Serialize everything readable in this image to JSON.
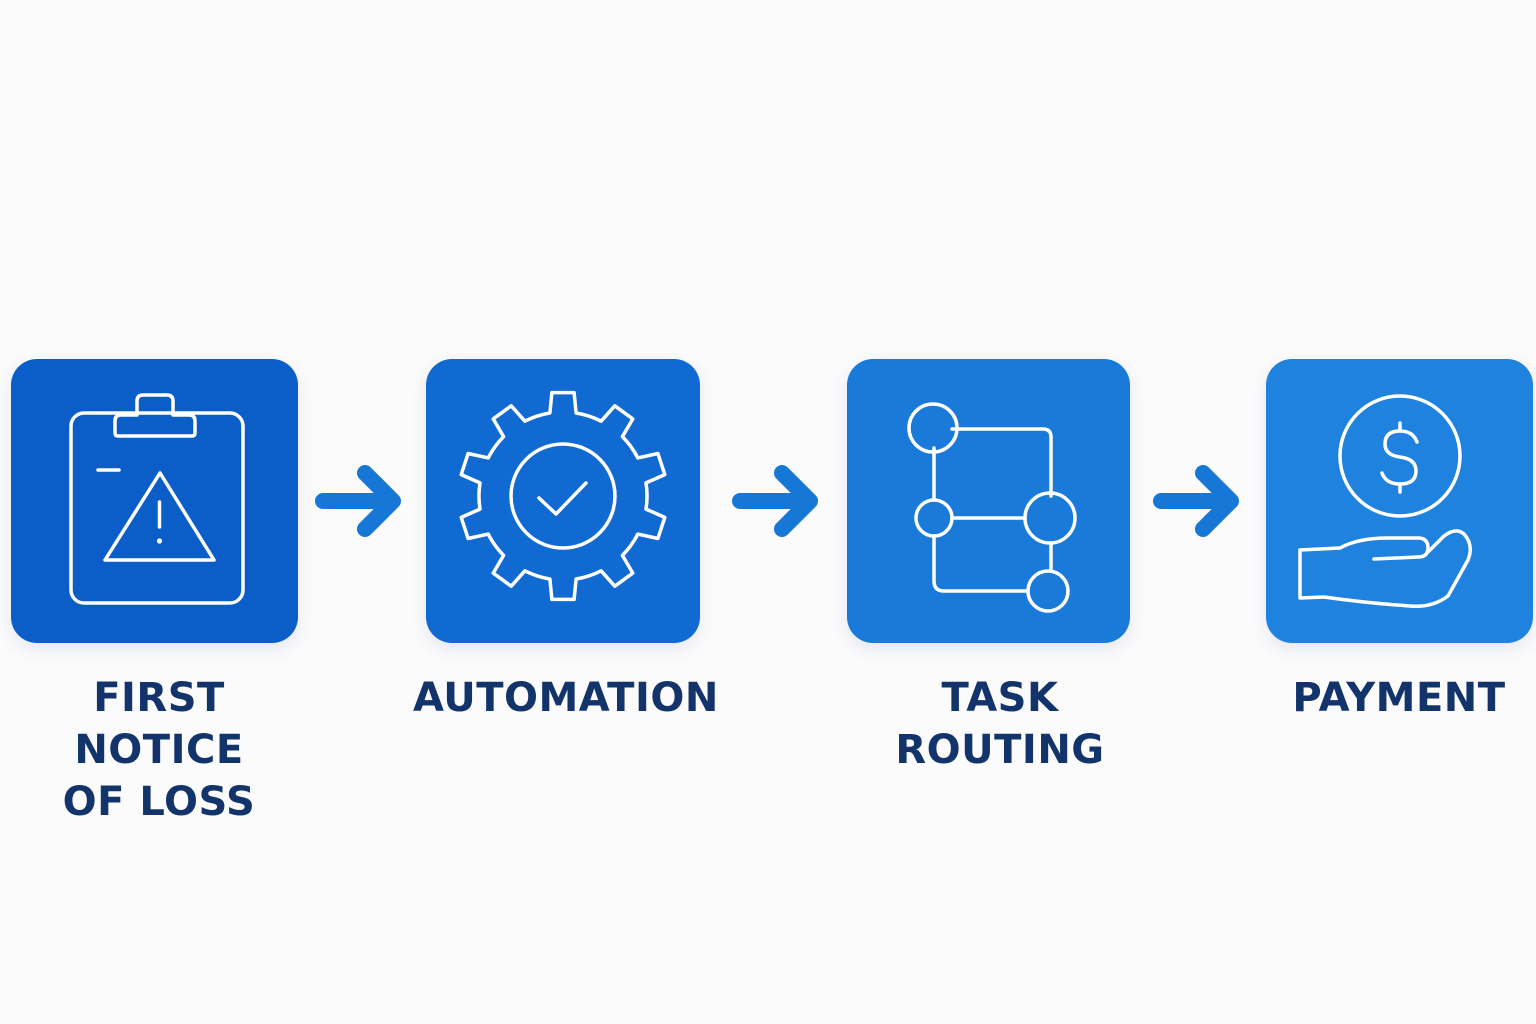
{
  "colors": {
    "background": "#fbfbfc",
    "label_text": "#12346b",
    "arrow": "#1677d6",
    "icon_stroke": "#ffffff",
    "tiles": [
      "#0b5ec8",
      "#106ad1",
      "#1a7ada",
      "#1f82de"
    ]
  },
  "steps": [
    {
      "label": "FIRST NOTICE\nOF LOSS",
      "icon": "clipboard-warning-icon"
    },
    {
      "label": "AUTOMATION",
      "icon": "gear-check-icon"
    },
    {
      "label": "TASK ROUTING",
      "icon": "routing-nodes-icon"
    },
    {
      "label": "PAYMENT",
      "icon": "hand-dollar-coin-icon"
    }
  ],
  "connectors": [
    "arrow-right-icon",
    "arrow-right-icon",
    "arrow-right-icon"
  ]
}
